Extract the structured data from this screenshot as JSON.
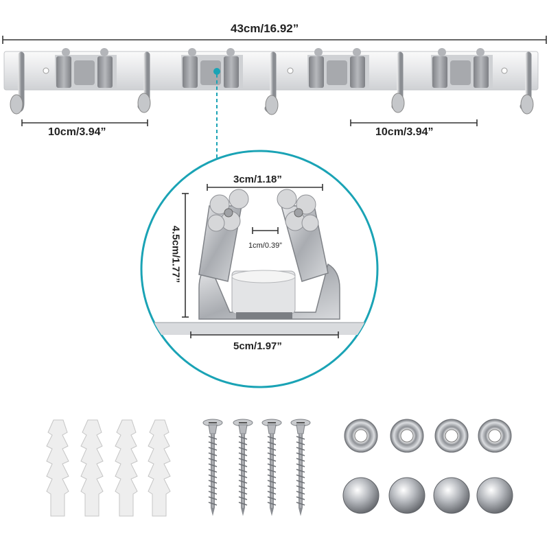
{
  "dimensions": {
    "total_length": "43cm/16.92”",
    "left_spacing": "10cm/3.94”",
    "right_spacing": "10cm/3.94”",
    "clip_width": "3cm/1.18”",
    "clip_gap": "1cm/0.39”",
    "clip_height": "4.5cm/1.77”",
    "base_width": "5cm/1.97”"
  },
  "colors": {
    "accent_teal": "#1aa3b5",
    "metal": "#c9ccd0",
    "clip_grey": "#9a9ca0",
    "anchor_white": "#f2f2f2"
  },
  "hardware": {
    "wall_anchors": 4,
    "screws": 4,
    "washers": 4,
    "caps": 4
  }
}
